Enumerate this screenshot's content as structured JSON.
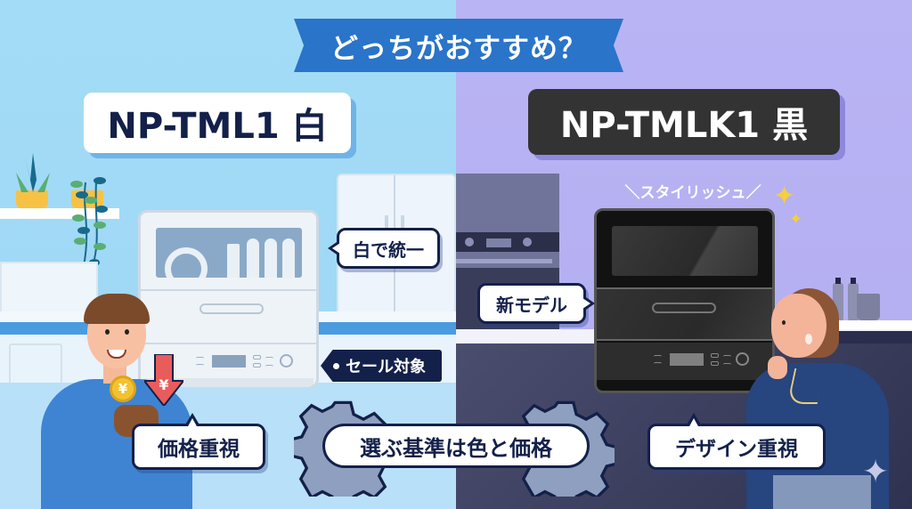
{
  "banner": {
    "title": "どっちがおすすめ？",
    "color": "#2a74c9"
  },
  "left": {
    "model_label": "NP-TML1 白",
    "model": "NP-TML1",
    "color_name": "白",
    "background": "#a3dcf6",
    "bubble_unify": "白で統一",
    "sale_tag": "セール対象",
    "person_bubble": "価格重視",
    "coin_symbol": "¥",
    "arrow_symbol": "¥"
  },
  "right": {
    "model_label": "NP-TMLK1 黒",
    "model": "NP-TMLK1",
    "color_name": "黒",
    "background": "#b9b4f4",
    "tagline": "＼スタイリッシュ／",
    "bubble_new": "新モデル",
    "person_bubble": "デザイン重視"
  },
  "center": {
    "criteria": "選ぶ基準は色と価格"
  },
  "icons": {
    "sparkle": "✦",
    "corner_star": "✦"
  },
  "colors": {
    "ink": "#13204a",
    "sale_red": "#e85c5c",
    "coin_gold": "#f2c230",
    "gear": "#8e9fc0"
  }
}
